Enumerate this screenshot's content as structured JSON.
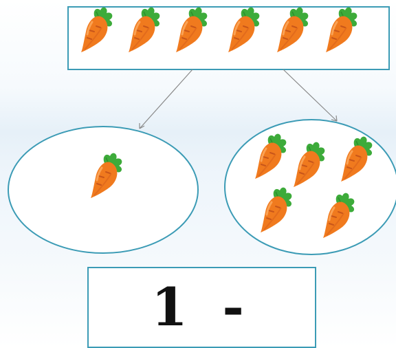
{
  "diagram": {
    "total_count": 6,
    "part_left_count": 1,
    "part_right_count": 5,
    "item": "carrot-icon"
  },
  "answer": {
    "text": "1  -"
  },
  "colors": {
    "border": "#3b9bb5",
    "arrow": "#8a8a8a",
    "carrot_body": "#f07a1e",
    "carrot_shade": "#d9601a",
    "carrot_leaf": "#3dab3a"
  }
}
